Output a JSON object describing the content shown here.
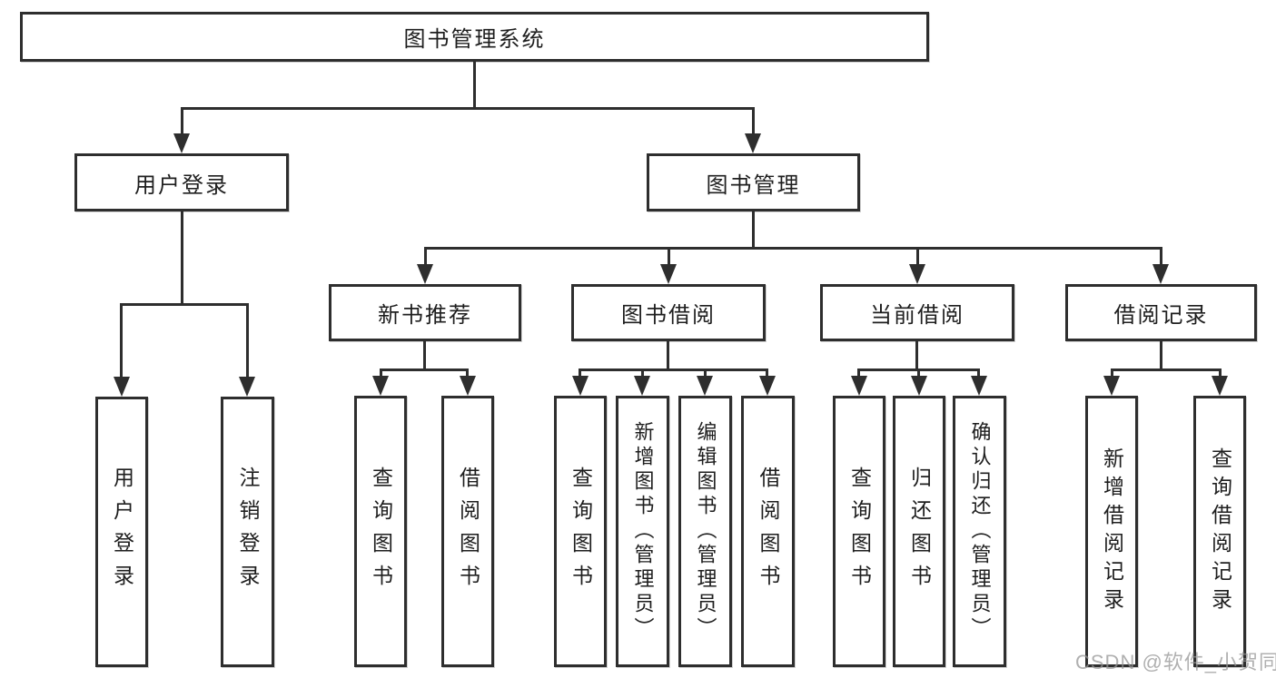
{
  "diagram": {
    "root": {
      "label": "图书管理系统"
    },
    "branches": [
      {
        "label": "用户登录",
        "children": [
          {
            "label": "用户登录"
          },
          {
            "label": "注销登录"
          }
        ]
      },
      {
        "label": "图书管理",
        "children": [
          {
            "label": "新书推荐",
            "children": [
              {
                "label": "查询图书"
              },
              {
                "label": "借阅图书"
              }
            ]
          },
          {
            "label": "图书借阅",
            "children": [
              {
                "label": "查询图书"
              },
              {
                "label": "新增图书（管理员）"
              },
              {
                "label": "编辑图书（管理员）"
              },
              {
                "label": "借阅图书"
              }
            ]
          },
          {
            "label": "当前借阅",
            "children": [
              {
                "label": "查询图书"
              },
              {
                "label": "归还图书"
              },
              {
                "label": "确认归还（管理员）"
              }
            ]
          },
          {
            "label": "借阅记录",
            "children": [
              {
                "label": "新增借阅记录"
              },
              {
                "label": "查询借阅记录"
              }
            ]
          }
        ]
      }
    ]
  },
  "watermark": {
    "text": "CSDN @软件_小贺同学"
  },
  "colors": {
    "background": "#ffffff",
    "line": "#2e2e2e",
    "box_border": "#2e2e2e",
    "text": "#1e1e1e",
    "watermark": "#a8a8a8"
  }
}
